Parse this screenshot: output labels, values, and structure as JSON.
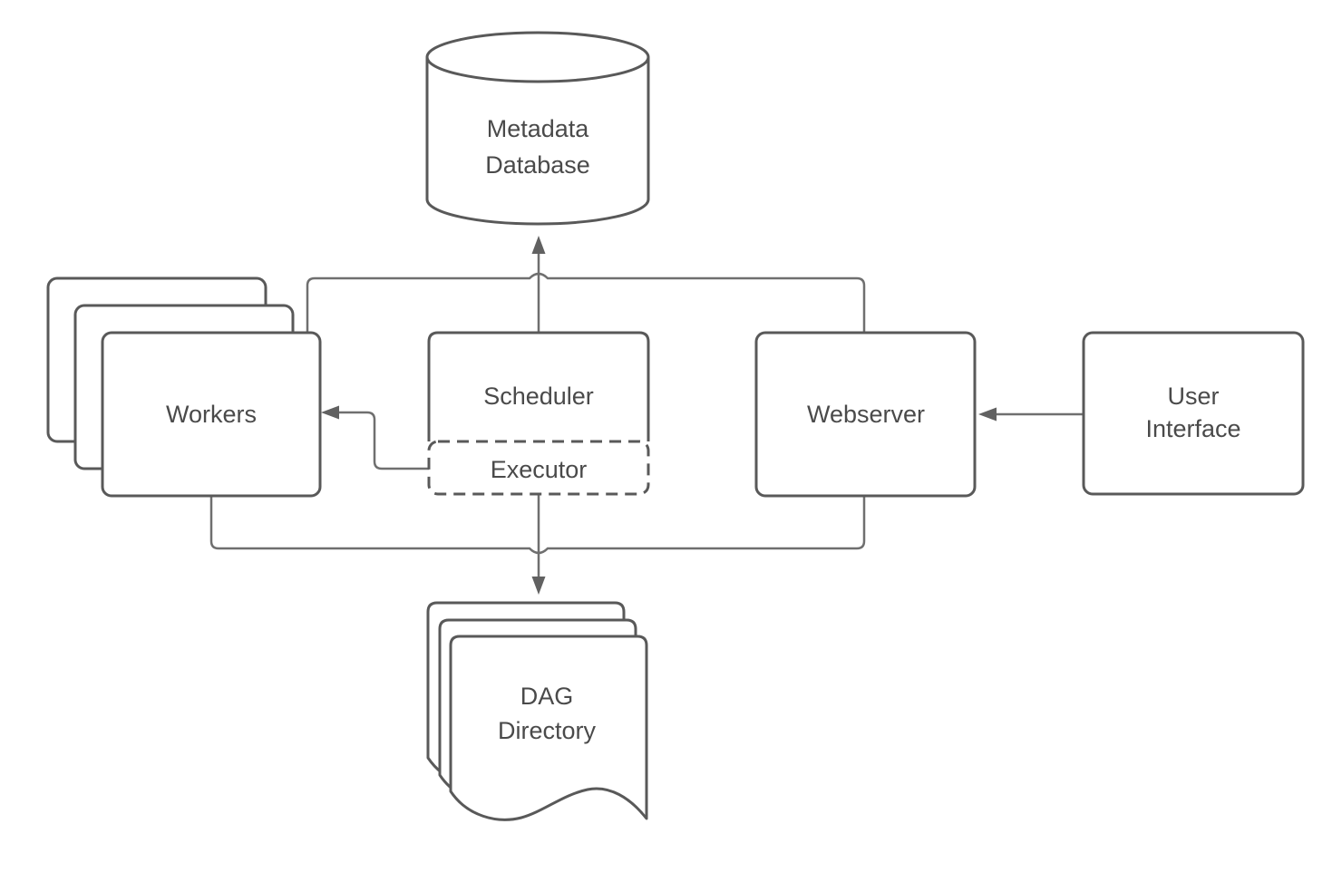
{
  "diagram": {
    "type": "architecture-flow-diagram",
    "nodes": {
      "metadata_database": {
        "shape": "cylinder",
        "line1": "Metadata",
        "line2": "Database"
      },
      "workers": {
        "shape": "stacked-rectangles",
        "stack_count": 3,
        "label": "Workers"
      },
      "scheduler": {
        "shape": "rectangle",
        "label": "Scheduler"
      },
      "executor": {
        "shape": "dashed-rectangle-inside-scheduler",
        "label": "Executor"
      },
      "webserver": {
        "shape": "rectangle",
        "label": "Webserver"
      },
      "user_interface": {
        "shape": "rectangle",
        "line1": "User",
        "line2": "Interface"
      },
      "dag_directory": {
        "shape": "stacked-documents",
        "stack_count": 3,
        "line1": "DAG",
        "line2": "Directory"
      }
    },
    "edges": [
      {
        "from": "scheduler",
        "to": "metadata_database",
        "arrow": "into metadata_database"
      },
      {
        "from": "workers",
        "to": "metadata_database",
        "arrow": "merges into scheduler-to-database line"
      },
      {
        "from": "webserver",
        "to": "metadata_database",
        "arrow": "merges into scheduler-to-database line"
      },
      {
        "from": "executor",
        "to": "workers",
        "arrow": "into workers"
      },
      {
        "from": "user_interface",
        "to": "webserver",
        "arrow": "into webserver"
      },
      {
        "from": "scheduler_executor",
        "to": "dag_directory",
        "arrow": "into dag_directory"
      },
      {
        "from": "workers",
        "to": "dag_directory",
        "arrow": "merges into executor-to-dag line"
      },
      {
        "from": "webserver",
        "to": "dag_directory",
        "arrow": "merges into executor-to-dag line"
      }
    ]
  },
  "colors": {
    "border-color": "#595959",
    "line-color": "#6f6f6f",
    "text-color": "#4a4a4a",
    "bg-color": "#ffffff"
  }
}
